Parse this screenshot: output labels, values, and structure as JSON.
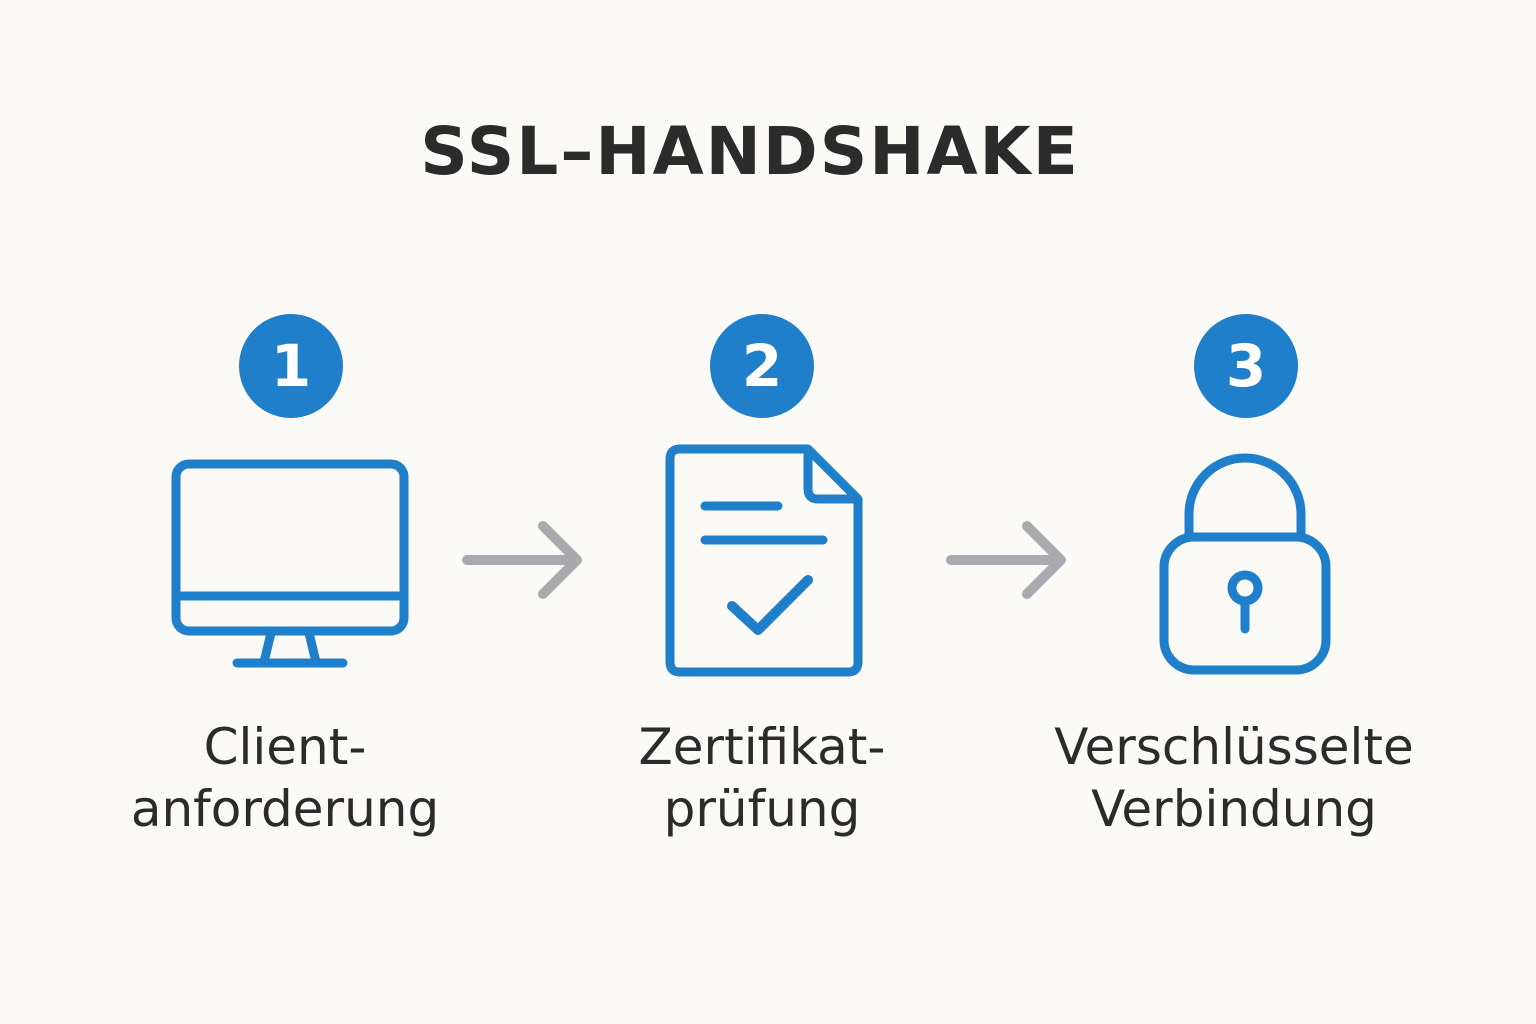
{
  "title": "SSL–HANDSHAKE",
  "colors": {
    "accent": "#1f7fcb",
    "arrow": "#a9aaad",
    "text": "#2b2b2b",
    "background": "#fbfaf7"
  },
  "steps": [
    {
      "number": "1",
      "icon": "monitor-icon",
      "label_line1": "Client-",
      "label_line2": "anforderung"
    },
    {
      "number": "2",
      "icon": "certificate-document-icon",
      "label_line1": "Zertifikat-",
      "label_line2": "prüfung"
    },
    {
      "number": "3",
      "icon": "padlock-icon",
      "label_line1": "Verschlüsselte",
      "label_line2": "Verbindung"
    }
  ]
}
